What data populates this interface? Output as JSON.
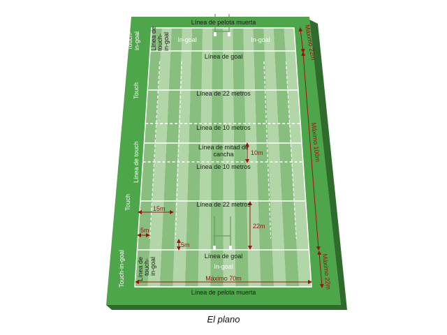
{
  "colors": {
    "surround": "#4ea64a",
    "shadow": "#2f6b2c",
    "stripe_dark": "#88bf7e",
    "stripe_light": "#b2d6a8",
    "line": "#ffffff",
    "measure": "#a01010"
  },
  "labels": {
    "dead_ball_top": "Línea de pelota muerta",
    "dead_ball_bottom": "Línea de pelota muerta",
    "in_goal_left": "In-goal",
    "in_goal_right": "In-goal",
    "in_goal_bottom": "In-goal",
    "goal_top": "Línea de goal",
    "goal_bottom": "Línea de goal",
    "line22_top": "Línea de 22 metros",
    "line22_bottom": "Línea de 22 metros",
    "line10_top": "Línea de 10 metros",
    "line10_bottom": "Línea de 10 metros",
    "halfway_1": "Línea de mitad de",
    "halfway_2": "cancha",
    "touch_in_goal_top_1": "Touch-",
    "touch_in_goal_top_2": "in-goal",
    "touch_in_goal_line_top_1": "Línea de",
    "touch_in_goal_line_top_2": "touch-",
    "touch_in_goal_line_top_3": "in-goal",
    "touch_upper": "Touch",
    "touch_line": "Línea de touch",
    "touch_lower": "Touch",
    "touch_in_goal_bottom": "Touch-in-goal",
    "touch_in_goal_line_bottom_1": "Línea de",
    "touch_in_goal_line_bottom_2": "touch-",
    "touch_in_goal_line_bottom_3": "in-goal"
  },
  "measures": {
    "max_22_top": "Máximo 22m",
    "max_100": "Máximo 100m",
    "max_22_bottom": "Máximo 22m",
    "max_70": "Máximo 70m",
    "m10": "10m",
    "m15": "15m",
    "m5_side": "5m",
    "m5_goal": "5m",
    "m22": "22m"
  },
  "caption": "El plano"
}
